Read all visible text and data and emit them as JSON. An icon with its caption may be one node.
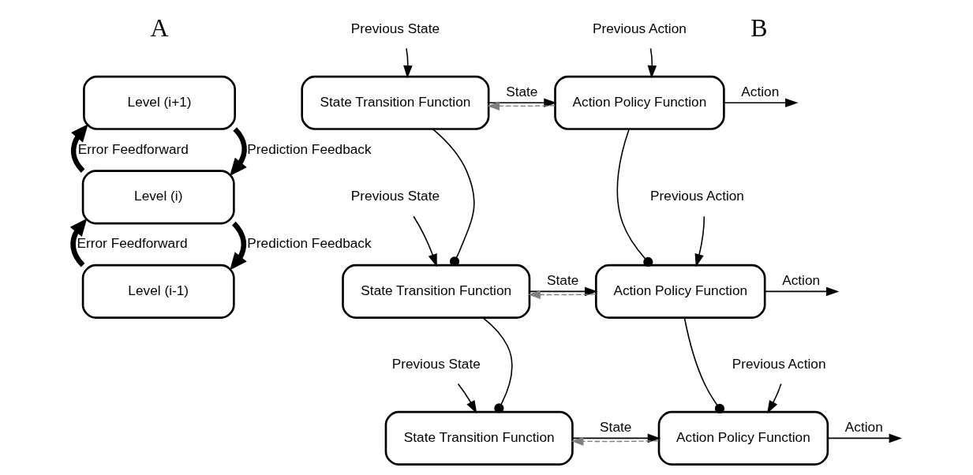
{
  "diagram": {
    "nodes": [
      {
        "text": [
          "Level (i+1)"
        ]
      },
      {
        "text": [
          "Level (i)"
        ]
      },
      {
        "text": [
          "Level (i-1)"
        ]
      },
      {
        "text": [
          "Previous State"
        ]
      },
      {
        "text": [
          "State Transition Function"
        ]
      },
      {
        "text": [
          "Previous Action"
        ]
      },
      {
        "text": [
          "Action Policy Function"
        ]
      },
      {
        "text": [
          "Previous State"
        ]
      },
      {
        "text": [
          "State Transition Function"
        ]
      },
      {
        "text": [
          "Previous Action"
        ]
      },
      {
        "text": [
          "Action Policy Function"
        ]
      },
      {
        "text": [
          "Previous State"
        ]
      },
      {
        "text": [
          "State Transition Function"
        ]
      },
      {
        "text": [
          "Previous Action"
        ]
      },
      {
        "text": [
          "Action Policy Function"
        ]
      }
    ],
    "edges": [
      {
        "from": 1,
        "to": 0,
        "arrow": "to",
        "label": "Error Feedforward",
        "style": "thick"
      },
      {
        "from": 0,
        "to": 1,
        "arrow": "to",
        "label": "Prediction Feedback",
        "style": "thick"
      },
      {
        "from": 2,
        "to": 1,
        "arrow": "to",
        "label": "Error Feedforward",
        "style": "thick"
      },
      {
        "from": 1,
        "to": 2,
        "arrow": "to",
        "label": "Prediction Feedback",
        "style": "thick"
      },
      {
        "from": 3,
        "to": 4,
        "arrow": "to"
      },
      {
        "from": 4,
        "to": 6,
        "arrow": "to",
        "label": "State"
      },
      {
        "from": 5,
        "to": 6,
        "arrow": "to"
      },
      {
        "from": 6,
        "to": null,
        "arrow": "to",
        "label": "Action"
      },
      {
        "from": 6,
        "to": 4,
        "arrow": "to",
        "style": "dashed",
        "color": "#808080"
      },
      {
        "from": 4,
        "to": 8,
        "arrow": "other"
      },
      {
        "from": 6,
        "to": 10,
        "arrow": "other"
      },
      {
        "from": 7,
        "to": 8,
        "arrow": "to"
      },
      {
        "from": 8,
        "to": 10,
        "arrow": "to",
        "label": "State"
      },
      {
        "from": 9,
        "to": 10,
        "arrow": "to"
      },
      {
        "from": 10,
        "to": null,
        "arrow": "to",
        "label": "Action"
      },
      {
        "from": 10,
        "to": 8,
        "arrow": "to",
        "style": "dashed",
        "color": "#808080"
      },
      {
        "from": 8,
        "to": 12,
        "arrow": "other"
      },
      {
        "from": 10,
        "to": 14,
        "arrow": "other"
      },
      {
        "from": 11,
        "to": 12,
        "arrow": "to"
      },
      {
        "from": 12,
        "to": 14,
        "arrow": "to",
        "label": "State"
      },
      {
        "from": 13,
        "to": 14,
        "arrow": "to"
      },
      {
        "from": 14,
        "to": null,
        "arrow": "to",
        "label": "Action"
      },
      {
        "from": 14,
        "to": 12,
        "arrow": "to",
        "style": "dashed",
        "color": "#808080"
      }
    ],
    "labels": [
      "A",
      "B"
    ]
  }
}
